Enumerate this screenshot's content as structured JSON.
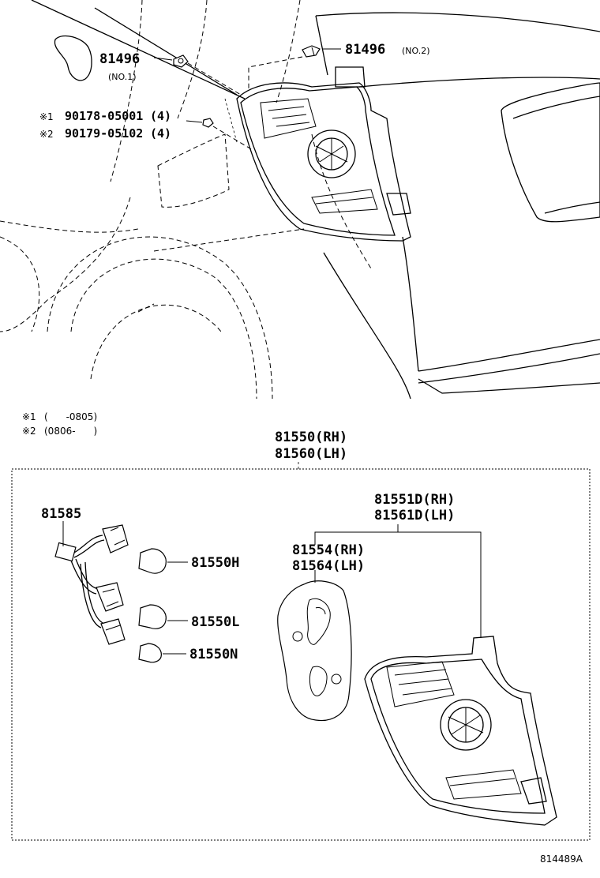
{
  "top": {
    "clip_no1": {
      "part": "81496",
      "note": "(NO.1)"
    },
    "clip_no2": {
      "part": "81496",
      "note": "(NO.2)"
    },
    "screw1": {
      "mark": "※1",
      "part": "90178-05001",
      "qty": "(4)"
    },
    "screw2": {
      "mark": "※2",
      "part": "90179-05102",
      "qty": "(4)"
    }
  },
  "notes": [
    {
      "mark": "※1",
      "text": "(      -0805)"
    },
    {
      "mark": "※2",
      "text": "(0806-      )"
    }
  ],
  "assembly": {
    "rh": "81550(RH)",
    "lh": "81560(LH)"
  },
  "parts": {
    "socket": "81585",
    "bulb_h": "81550H",
    "bulb_l": "81550L",
    "bulb_n": "81550N",
    "gasket_rh": "81554(RH)",
    "gasket_lh": "81564(LH)",
    "lens_rh": "81551D(RH)",
    "lens_lh": "81561D(LH)"
  },
  "figure_id": "814489A"
}
